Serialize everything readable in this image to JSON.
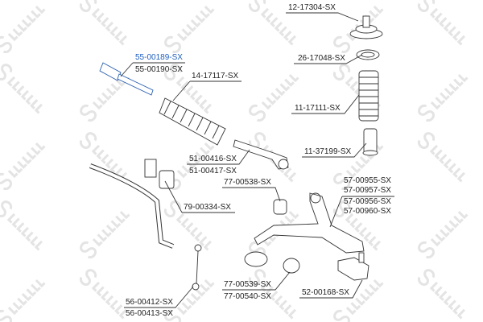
{
  "watermark": "STELLOX",
  "colors": {
    "link": "#1f5fbf",
    "text": "#222222",
    "line": "#333333",
    "watermark": "#e4e4e4"
  },
  "parts": {
    "p12_17304": "12-17304-SX",
    "p26_17048": "26-17048-SX",
    "p55_00189": "55-00189-SX",
    "p55_00190": "55-00190-SX",
    "p14_17117": "14-17117-SX",
    "p11_17111": "11-17111-SX",
    "p11_37199": "11-37199-SX",
    "p51_00416": "51-00416-SX",
    "p51_00417": "51-00417-SX",
    "p77_00538": "77-00538-SX",
    "p57_00955": "57-00955-SX",
    "p57_00957": "57-00957-SX",
    "p57_00956": "57-00956-SX",
    "p57_00960": "57-00960-SX",
    "p79_00334": "79-00334-SX",
    "p77_00539": "77-00539-SX",
    "p77_00540": "77-00540-SX",
    "p52_00168": "52-00168-SX",
    "p56_00412": "56-00412-SX",
    "p56_00413": "56-00413-SX"
  }
}
